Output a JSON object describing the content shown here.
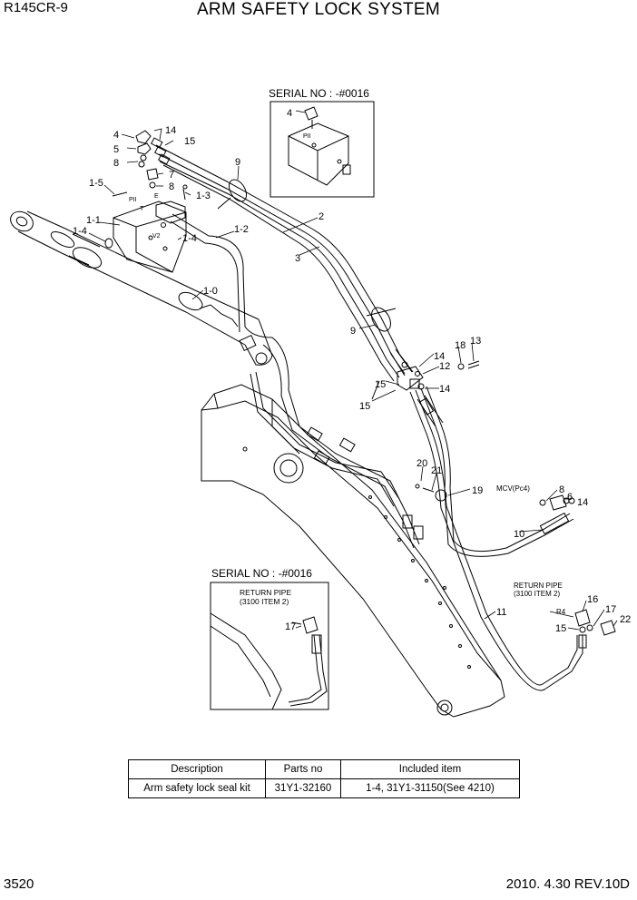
{
  "header": {
    "model": "R145CR-9",
    "title": "ARM SAFETY LOCK SYSTEM"
  },
  "footer": {
    "page": "3520",
    "date_rev": "2010. 4.30  REV.10D"
  },
  "insets": {
    "top": {
      "title": "SERIAL NO : -#0016",
      "callouts": [
        "4"
      ],
      "port_label": "PII"
    },
    "bottom": {
      "title": "SERIAL NO : -#0016",
      "note_line1": "RETURN PIPE",
      "note_line2": "(3100 ITEM 2)",
      "callouts": [
        "17"
      ]
    }
  },
  "ports": {
    "pii": "PII",
    "t": "T",
    "e": "E",
    "v2": "V2"
  },
  "labels": {
    "mcv": "MCV(Pc4)",
    "return_pipe_line1": "RETURN PIPE",
    "return_pipe_line2": "(3100 ITEM 2)",
    "r4": "R4"
  },
  "callouts": {
    "c4": "4",
    "c14a": "14",
    "c15a": "15",
    "c5": "5",
    "c8a": "8",
    "c7": "7",
    "c8b": "8",
    "c1_5": "1-5",
    "c1_3": "1-3",
    "c1_1": "1-1",
    "c1_4a": "1-4",
    "c1_4b": "1-4",
    "c9a": "9",
    "c1_2": "1-2",
    "c2": "2",
    "c3": "3",
    "c1_0": "1-0",
    "c9b": "9",
    "c18": "18",
    "c13": "13",
    "c14b": "14",
    "c12": "12",
    "c15b": "15",
    "c14c": "14",
    "c15c": "15",
    "c20": "20",
    "c21": "21",
    "c19": "19",
    "c8c": "8",
    "c6": "6",
    "c14d": "14",
    "c10": "10",
    "c11": "11",
    "c16": "16",
    "c17": "17",
    "c15d": "15",
    "c22": "22"
  },
  "kit_table": {
    "headers": [
      "Description",
      "Parts no",
      "Included item"
    ],
    "rows": [
      [
        "Arm safety lock seal kit",
        "31Y1-32160",
        "1-4, 31Y1-31150(See 4210)"
      ]
    ]
  }
}
